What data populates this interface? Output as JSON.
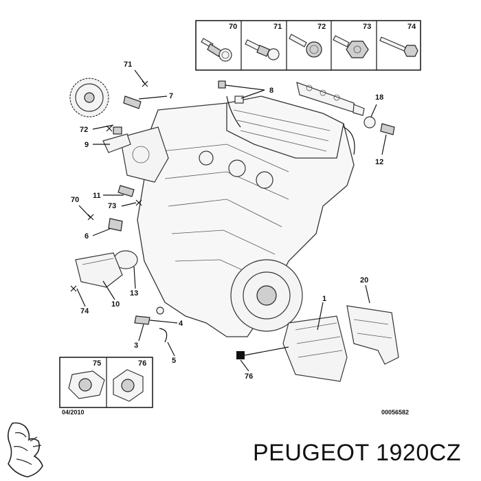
{
  "callouts": {
    "c70_box": "70",
    "c71_box": "71",
    "c72_box": "72",
    "c73_box": "73",
    "c74_box": "74",
    "c71": "71",
    "c7": "7",
    "c8": "8",
    "c18": "18",
    "c72": "72",
    "c9": "9",
    "c12": "12",
    "c11": "11",
    "c73": "73",
    "c70": "70",
    "c6": "6",
    "c13": "13",
    "c10": "10",
    "c74": "74",
    "c4": "4",
    "c3": "3",
    "c5": "5",
    "c20": "20",
    "c1": "1",
    "c76": "76",
    "c75_box": "75",
    "c76_box": "76"
  },
  "footer": {
    "date": "04/2010",
    "diagram_code": "00056582"
  },
  "caption": {
    "brand": "PEUGEOT",
    "part_number": "1920CZ"
  }
}
